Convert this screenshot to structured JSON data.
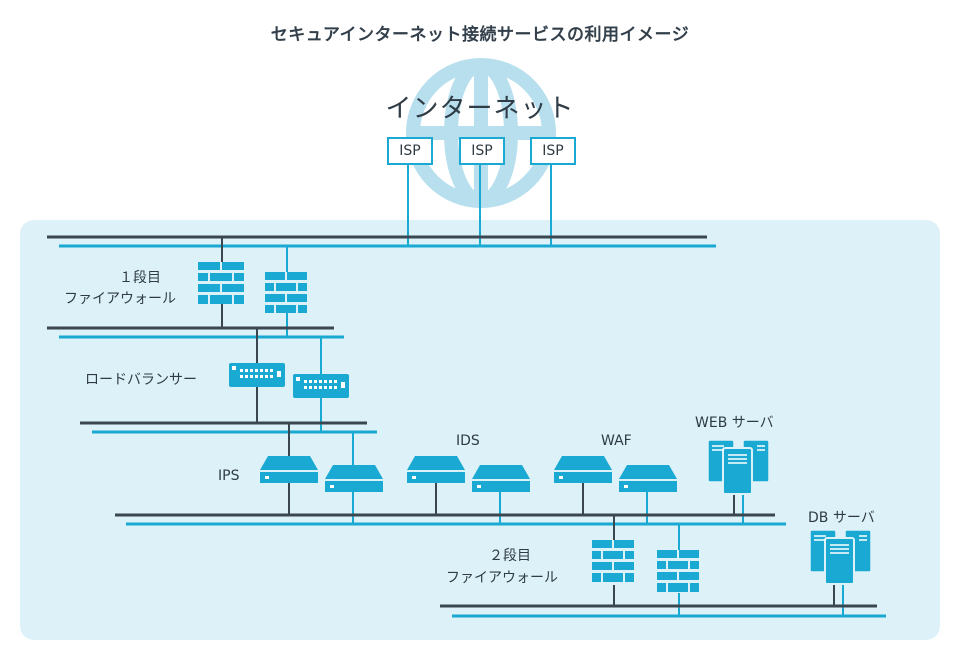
{
  "title": "セキュアインターネット接続サービスの利用イメージ",
  "internet_label": "インターネット",
  "isp_labels": [
    "ISP",
    "ISP",
    "ISP"
  ],
  "labels": {
    "fw1_line1": "１段目",
    "fw1_line2": "ファイアウォール",
    "load_balancer": "ロードバランサー",
    "ips": "IPS",
    "ids": "IDS",
    "waf": "WAF",
    "web_server": "WEB サーバ",
    "db_server": "DB サーバ",
    "fw2_line1": "２段目",
    "fw2_line2": "ファイアウォール"
  },
  "colors": {
    "accent": "#19a9d2",
    "dark_line": "#3a4750",
    "panel_bg": "#dcf1f8",
    "globe": "#b7dfee"
  }
}
